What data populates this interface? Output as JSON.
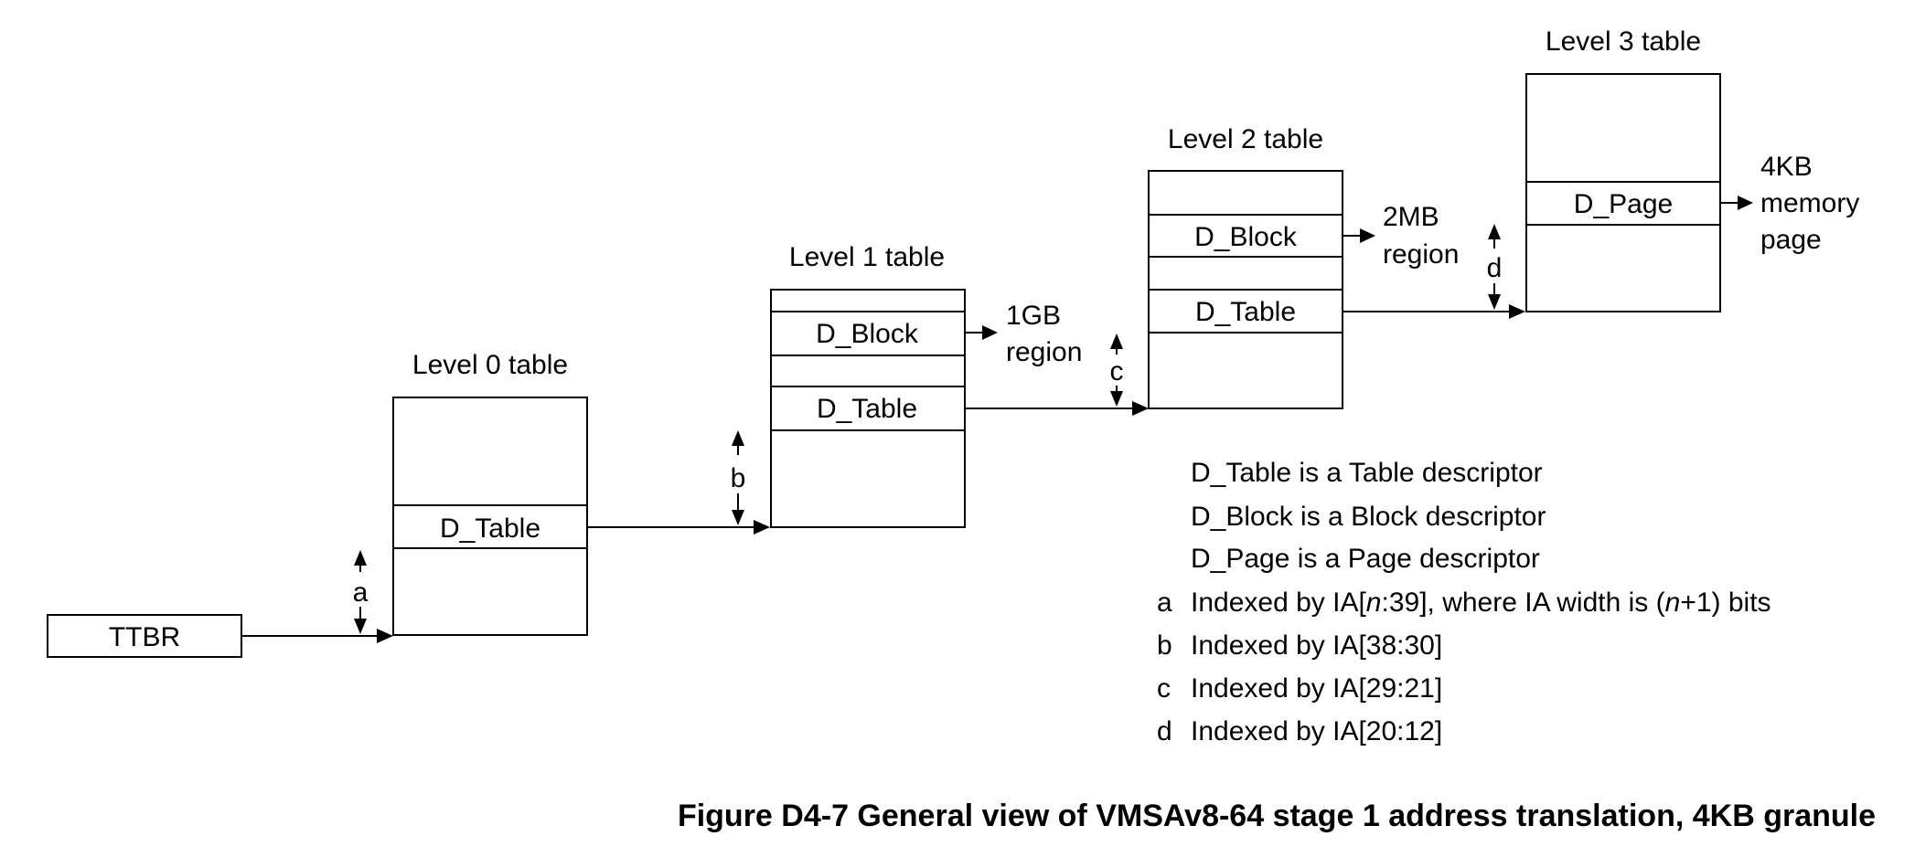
{
  "ttbr": {
    "label": "TTBR"
  },
  "tables": {
    "level0": {
      "title": "Level 0 table",
      "entries": [
        "D_Table"
      ]
    },
    "level1": {
      "title": "Level 1 table",
      "entries": [
        "D_Block",
        "D_Table"
      ],
      "block_target": [
        "1GB",
        "region"
      ]
    },
    "level2": {
      "title": "Level 2 table",
      "entries": [
        "D_Block",
        "D_Table"
      ],
      "block_target": [
        "2MB",
        "region"
      ]
    },
    "level3": {
      "title": "Level 3 table",
      "entries": [
        "D_Page"
      ],
      "page_target": [
        "4KB",
        "memory",
        "page"
      ]
    }
  },
  "index_markers": [
    "a",
    "b",
    "c",
    "d"
  ],
  "legend": {
    "descriptors": [
      "D_Table is a Table descriptor",
      "D_Block is a Block descriptor",
      "D_Page is a Page descriptor"
    ],
    "indexes": [
      {
        "key": "a",
        "pre": "Indexed by IA[",
        "n1": "n",
        "mid": ":39], where IA width is (",
        "n2": "n",
        "post": "+1) bits"
      },
      {
        "key": "b",
        "text": "Indexed by IA[38:30]"
      },
      {
        "key": "c",
        "text": "Indexed by IA[29:21]"
      },
      {
        "key": "d",
        "text": "Indexed by IA[20:12]"
      }
    ]
  },
  "caption": "Figure D4-7 General view of VMSAv8-64 stage 1 address translation, 4KB granule"
}
